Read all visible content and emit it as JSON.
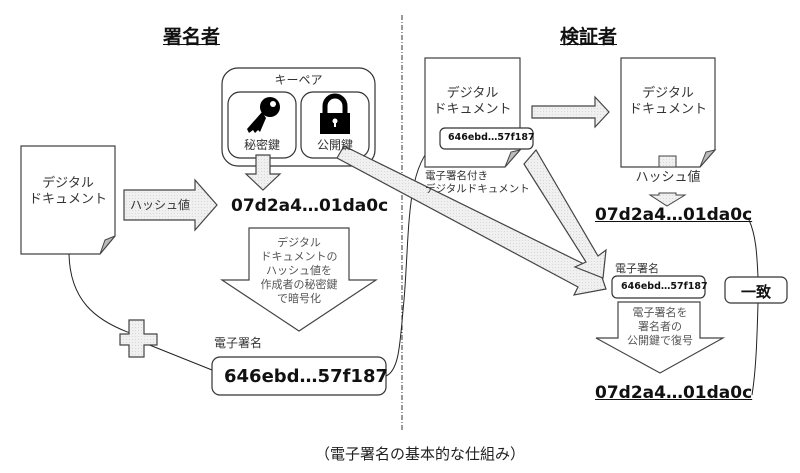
{
  "signer": {
    "title": "署名者",
    "keypair_label": "キーペア",
    "private_key_label": "秘密鍵",
    "public_key_label": "公開鍵",
    "document_line1": "デジタル",
    "document_line2": "ドキュメント",
    "hash_arrow_label": "ハッシュ値",
    "hash_value": "07d2a4…01da0c",
    "encrypt_lines": [
      "デジタル",
      "ドキュメントの",
      "ハッシュ値を",
      "作成者の秘密鍵",
      "で暗号化"
    ],
    "signature_label": "電子署名",
    "signature_value": "646ebd…57f187"
  },
  "verifier": {
    "title": "検証者",
    "signed_doc_line1": "デジタル",
    "signed_doc_line2": "ドキュメント",
    "signed_doc_signature": "646ebd…57f187",
    "signed_doc_caption_line1": "電子署名付き",
    "signed_doc_caption_line2": "デジタルドキュメント",
    "doc_line1": "デジタル",
    "doc_line2": "ドキュメント",
    "hash_label": "ハッシュ値",
    "hash_value": "07d2a4…01da0c",
    "signature_label": "電子署名",
    "signature_value": "646ebd…57f187",
    "decrypt_lines": [
      "電子署名を",
      "署名者の",
      "公開鍵で復号"
    ],
    "decrypted_value": "07d2a4…01da0c",
    "match_label": "一致"
  },
  "caption": "（電子署名の基本的な仕組み）"
}
